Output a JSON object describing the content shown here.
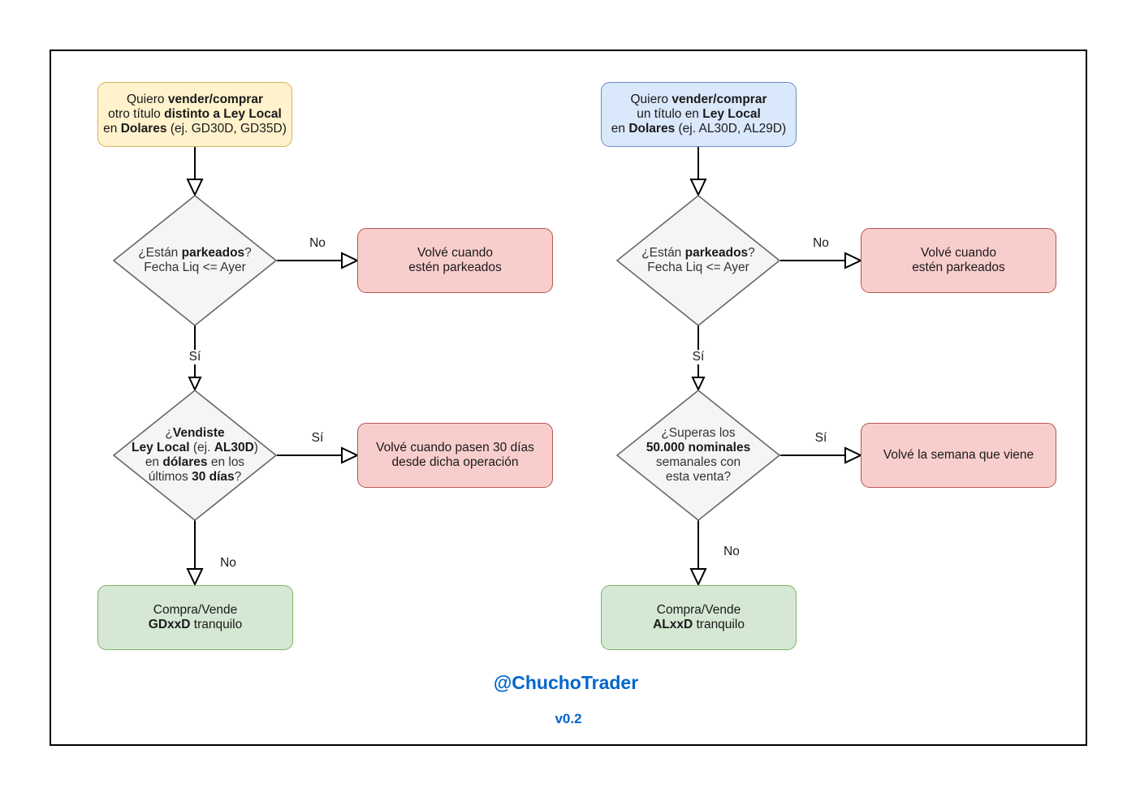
{
  "left_flow": {
    "start": {
      "lines": [
        [
          {
            "t": "Quiero "
          },
          {
            "t": "vender/comprar",
            "b": true
          }
        ],
        [
          {
            "t": "otro título "
          },
          {
            "t": "distinto a Ley Local",
            "b": true
          }
        ],
        [
          {
            "t": "en "
          },
          {
            "t": "Dolares",
            "b": true
          },
          {
            "t": " (ej. GD30D, GD35D)"
          }
        ]
      ]
    },
    "decision1": {
      "lines": [
        [
          {
            "t": "¿Están "
          },
          {
            "t": "parkeados",
            "b": true
          },
          {
            "t": "?"
          }
        ],
        [
          {
            "t": "Fecha Liq <= Ayer"
          }
        ]
      ]
    },
    "result1": {
      "lines": [
        [
          {
            "t": "Volvé cuando"
          }
        ],
        [
          {
            "t": "estén parkeados"
          }
        ]
      ]
    },
    "decision2": {
      "lines": [
        [
          {
            "t": "¿"
          },
          {
            "t": "Vendiste",
            "b": true
          }
        ],
        [
          {
            "t": "Ley Local",
            "b": true
          },
          {
            "t": " (ej. "
          },
          {
            "t": "AL30D",
            "b": true
          },
          {
            "t": ")"
          }
        ],
        [
          {
            "t": "en "
          },
          {
            "t": "dólares",
            "b": true
          },
          {
            "t": " en los"
          }
        ],
        [
          {
            "t": "últimos "
          },
          {
            "t": "30 días",
            "b": true
          },
          {
            "t": "?"
          }
        ]
      ]
    },
    "result2": {
      "lines": [
        [
          {
            "t": "Volvé cuando pasen 30 días"
          }
        ],
        [
          {
            "t": "desde dicha operación"
          }
        ]
      ]
    },
    "end": {
      "lines": [
        [
          {
            "t": "Compra/Vende"
          }
        ],
        [
          {
            "t": "GDxxD",
            "b": true
          },
          {
            "t": " tranquilo"
          }
        ]
      ]
    },
    "labels": {
      "no1": "No",
      "si1": "Sí",
      "si2": "Sí",
      "no2": "No"
    }
  },
  "right_flow": {
    "start": {
      "lines": [
        [
          {
            "t": "Quiero "
          },
          {
            "t": "vender/comprar",
            "b": true
          }
        ],
        [
          {
            "t": "un título en "
          },
          {
            "t": "Ley Local",
            "b": true
          }
        ],
        [
          {
            "t": "en "
          },
          {
            "t": "Dolares",
            "b": true
          },
          {
            "t": " (ej. AL30D, AL29D)"
          }
        ]
      ]
    },
    "decision1": {
      "lines": [
        [
          {
            "t": "¿Están "
          },
          {
            "t": "parkeados",
            "b": true
          },
          {
            "t": "?"
          }
        ],
        [
          {
            "t": "Fecha Liq <= Ayer"
          }
        ]
      ]
    },
    "result1": {
      "lines": [
        [
          {
            "t": "Volvé cuando"
          }
        ],
        [
          {
            "t": "estén parkeados"
          }
        ]
      ]
    },
    "decision2": {
      "lines": [
        [
          {
            "t": "¿Superas los"
          }
        ],
        [
          {
            "t": "50.000 nominales",
            "b": true
          }
        ],
        [
          {
            "t": "semanales con"
          }
        ],
        [
          {
            "t": "esta venta?"
          }
        ]
      ]
    },
    "result2": {
      "lines": [
        [
          {
            "t": "Volvé la semana que viene"
          }
        ]
      ]
    },
    "end": {
      "lines": [
        [
          {
            "t": "Compra/Vende"
          }
        ],
        [
          {
            "t": "ALxxD",
            "b": true
          },
          {
            "t": " tranquilo"
          }
        ]
      ]
    },
    "labels": {
      "no1": "No",
      "si1": "Sí",
      "si2": "Sí",
      "no2": "No"
    }
  },
  "branding": {
    "handle": "@ChuchoTrader",
    "version": "v0.2"
  },
  "colors": {
    "start_left_fill": "#fff2cc",
    "start_right_fill": "#dae8fc",
    "decision_fill": "#f5f5f5",
    "stop_fill": "#f8cecc",
    "end_fill": "#d5e8d4",
    "brand": "#0066cc"
  }
}
